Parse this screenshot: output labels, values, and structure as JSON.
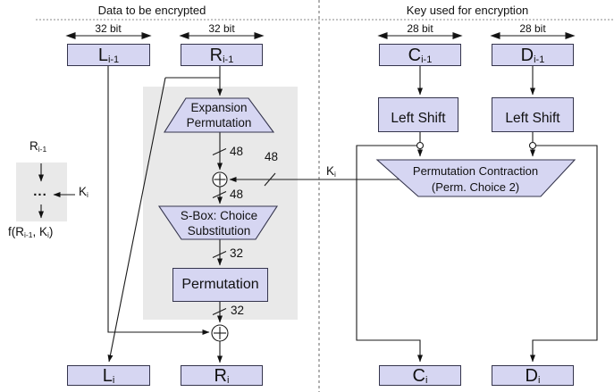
{
  "headers": {
    "left": "Data to be encrypted",
    "right": "Key used for encryption"
  },
  "bit_widths": [
    "32 bit",
    "32 bit",
    "28 bit",
    "28 bit"
  ],
  "registers": {
    "top": [
      {
        "main": "L",
        "sub": "i-1"
      },
      {
        "main": "R",
        "sub": "i-1"
      },
      {
        "main": "C",
        "sub": "i-1"
      },
      {
        "main": "D",
        "sub": "i-1"
      }
    ],
    "bottom": [
      {
        "main": "L",
        "sub": "i"
      },
      {
        "main": "R",
        "sub": "i"
      },
      {
        "main": "C",
        "sub": "i"
      },
      {
        "main": "D",
        "sub": "i"
      }
    ]
  },
  "f_function": {
    "expansion": {
      "line1": "Expansion",
      "line2": "Permutation"
    },
    "sbox": {
      "line1": "S-Box: Choice",
      "line2": "Substitution"
    },
    "permutation_label": "Permutation",
    "widths": {
      "after_expansion": "48",
      "key_input": "48",
      "after_xor": "48",
      "after_sbox": "32",
      "after_permutation": "32"
    }
  },
  "key_schedule": {
    "left_shift_1": "Left Shift",
    "left_shift_2": "Left Shift",
    "permutation_contraction": {
      "line1": "Permutation Contraction",
      "line2": "(Perm. Choice 2)"
    },
    "key_label": {
      "main": "K",
      "sub": "i"
    }
  },
  "legend": {
    "input": {
      "main": "R",
      "sub": "i-1"
    },
    "dots": "...",
    "key": {
      "main": "K",
      "sub": "i"
    },
    "output": {
      "p1": "f(R",
      "s1": "i-1",
      "p2": ", K",
      "s2": "i",
      "p3": ")"
    }
  },
  "colors": {
    "box_fill": "#d6d6f2",
    "box_border": "#35354d",
    "panel_gray": "#e9e9e9",
    "line": "#1a1a1a",
    "divider": "#777777"
  }
}
